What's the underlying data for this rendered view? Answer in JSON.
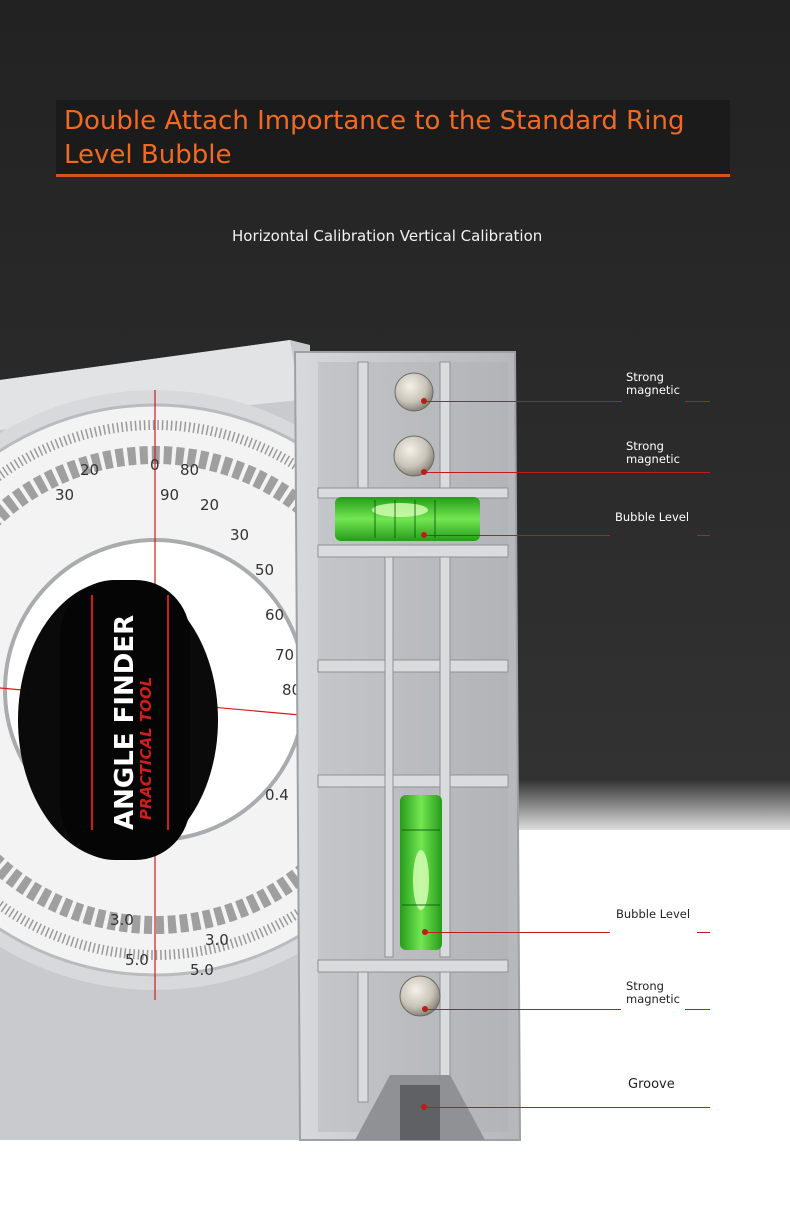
{
  "headline": {
    "title": "Double Attach Importance to the Standard Ring Level Bubble",
    "subtitle": "Horizontal Calibration Vertical Calibration"
  },
  "product": {
    "brand_line1": "ANGLE FINDER",
    "brand_line2": "PRACTICAL TOOL"
  },
  "callouts": [
    {
      "label": "Strong magnetic"
    },
    {
      "label": "Strong magnetic"
    },
    {
      "label": "Bubble Level"
    },
    {
      "label": "Bubble Level"
    },
    {
      "label": "Strong magnetic"
    },
    {
      "label": "Groove"
    }
  ],
  "colors": {
    "accent_orange": "#f06a24",
    "leader_red": "#c21a1a",
    "bubble_green": "#3fd12a",
    "body_silver": "#c9cbce"
  }
}
